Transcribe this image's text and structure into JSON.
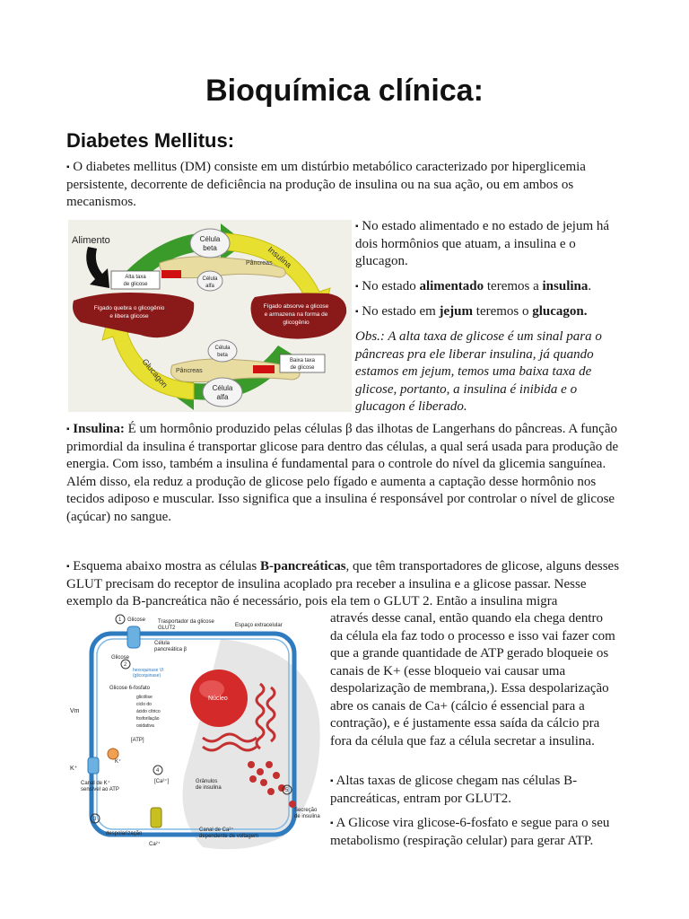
{
  "title": "Bioquímica clínica:",
  "section_title": "Diabetes Mellitus:",
  "bullet_char": "▪",
  "intro": "O diabetes mellitus (DM) consiste em um distúrbio metabólico caracterizado por hiperglicemia persistente, decorrente de deficiência na produção de insulina ou na sua ação, ou em ambos os mecanismos.",
  "right_col": {
    "p1": "No estado alimentado e no estado de jejum há dois hormônios que atuam, a insulina e o glucagon.",
    "p2_pre": "No estado ",
    "p2_b1": "alimentado",
    "p2_mid": " teremos a ",
    "p2_b2": "insulina",
    "p2_end": ".",
    "p3_pre": "No estado em ",
    "p3_b1": "jejum",
    "p3_mid": " teremos o ",
    "p3_b2": "glucagon.",
    "obs": "Obs.: A alta taxa de glicose é um sinal para o pâncreas pra ele liberar insulina, já quando estamos em jejum, temos uma baixa taxa de glicose, portanto, a insulina é inibida e o glucagon é liberado."
  },
  "insulina_para": {
    "label": "Insulina:",
    "text": " É um hormônio produzido pelas células β das ilhotas de Langerhans do pâncreas. A função primordial da insulina é transportar glicose para dentro das células, a qual será usada para produção de energia. Com isso, também a insulina é fundamental para o controle do nível da glicemia sanguínea. Além disso, ela reduz a produção de glicose pelo fígado e aumenta a captação desse hormônio nos tecidos adiposo e muscular. Isso significa que a insulina é responsável por controlar o nível de glicose (açúcar) no sangue."
  },
  "esquema_para": {
    "pre": "Esquema abaixo mostra as células ",
    "bold": "B-pancreáticas",
    "post": ", que têm transportadores de glicose, alguns desses GLUT precisam do receptor de insulina acoplado pra receber a insulina e a glicose passar. Nesse exemplo da B-pancreática não é necessário, pois ela tem o GLUT 2. Então a insulina migra",
    "cont": "através desse canal, então quando ela chega dentro da célula ela faz todo o processo e isso vai fazer com que a grande quantidade de ATP gerado bloqueie os canais de K+ (esse bloqueio vai causar uma despolarização de membrana,). Essa despolarização abre os canais de Ca+ (cálcio é essencial para a contração), e é justamente essa saída da cálcio pra fora da célula que faz a célula secretar a insulina."
  },
  "bottom_bullets": {
    "b1": "Altas taxas de glicose chegam nas células B-pancreáticas, entram por GLUT2.",
    "b2": "A Glicose vira glicose-6-fosfato e segue para o seu metabolismo (respiração celular) para gerar ATP."
  },
  "figure1": {
    "alimento": "Alimento",
    "celula_beta_1": "Célula",
    "celula_beta_2": "beta",
    "pancreas_top": "Pâncreas",
    "insulina": "Insulina",
    "alta_taxa_1": "Alta taxa",
    "alta_taxa_2": "de glicose",
    "celula_alfa_small_1": "Célula",
    "celula_alfa_small_2": "alfa",
    "figado_quebra_1": "Fígado quebra o glicogênio",
    "figado_quebra_2": "e libera glicose",
    "figado_absorve_1": "Fígado absorve a glicose",
    "figado_absorve_2": "e armazena na forma de",
    "figado_absorve_3": "glicogênio",
    "celula_beta_small_1": "Célula",
    "celula_beta_small_2": "beta",
    "baixa_taxa_1": "Baixa taxa",
    "baixa_taxa_2": "de glicose",
    "pancreas_bottom": "Pâncreas",
    "glucagon": "Glucagon",
    "celula_alfa_1": "Célula",
    "celula_alfa_2": "alfa",
    "colors": {
      "green": "#3a9a2a",
      "yellow": "#e8e030",
      "red": "#d01010",
      "liver": "#8a1a1a",
      "pancreas": "#e8dca0"
    }
  },
  "figure2": {
    "glicose_top": "Glicose",
    "transportador_1": "Trasportador da glicose",
    "transportador_2": "GLUT2",
    "espaco": "Espaço extracelular",
    "celula_panc_1": "Célula",
    "celula_panc_2": "pancreática β",
    "glicose_in": "Glicose",
    "hexoquinase_1": "hexoquinase VI",
    "hexoquinase_2": "(glicoquinase)",
    "g6p": "Glicose 6-fosfato",
    "glicolise_1": "glicólise",
    "glicolise_2": "ciclo do",
    "glicolise_3": "ácido cítrico",
    "glicolise_4": "fosforilação",
    "glicolise_5": "oxidativa",
    "atp": "[ATP]",
    "nucleo": "Núcleo",
    "vm": "Vm",
    "k_out": "K⁺",
    "k_channel": "K⁺",
    "canal_k_1": "Canal de K⁺",
    "canal_k_2": "sensível ao ATP",
    "ca_in": "[Ca²⁺]",
    "granulos_1": "Grânulos",
    "granulos_2": "de insulina",
    "secrecao_1": "Secreção",
    "secrecao_2": "de insulina",
    "despol": "despolarização",
    "ca_out": "Ca²⁺",
    "canal_ca_1": "Canal de Ca²⁺",
    "canal_ca_2": "dependente de voltagem",
    "n1": "1",
    "n2": "2",
    "n3": "3",
    "n4": "4",
    "n5": "5"
  }
}
